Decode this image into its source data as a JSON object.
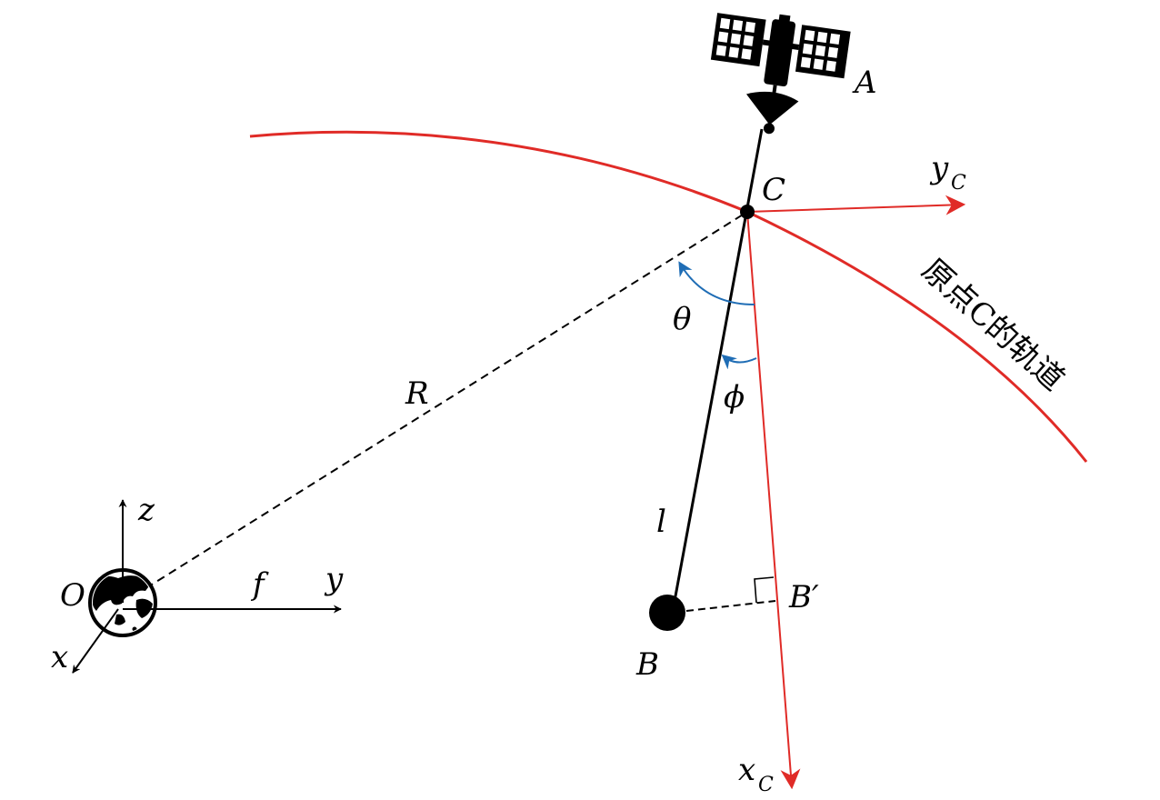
{
  "labels": {
    "A": "A",
    "C": "C",
    "B": "B",
    "B_prime": "B′",
    "O": "O",
    "R": "R",
    "l": "l",
    "f": "f",
    "theta": "θ",
    "phi": "ϕ",
    "x": "x",
    "y": "y",
    "z": "z",
    "xc_main": "x",
    "xc_sub": "C",
    "yc_main": "y",
    "yc_sub": "C",
    "orbit_label": "原点C的轨道"
  },
  "colors": {
    "orbit": "#e02b27",
    "frame_c": "#e02b27",
    "angle_arrows": "#1f6db5",
    "ink": "#000000"
  },
  "icons": {
    "satellite": "satellite-icon",
    "earth": "earth-globe-icon"
  }
}
